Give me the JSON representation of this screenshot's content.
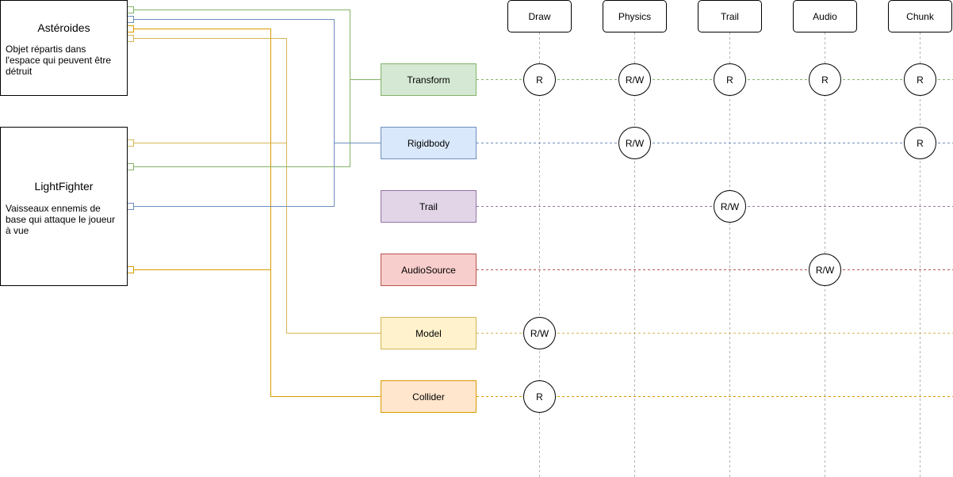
{
  "entities": [
    {
      "title": "Astéroides",
      "desc": "Objet répartis dans l'espace qui peuvent être détruit"
    },
    {
      "title": "LightFighter",
      "desc": "Vaisseaux ennemis de base qui attaque le joueur à vue"
    }
  ],
  "components": [
    {
      "label": "Transform",
      "fill": "#d5e8d4",
      "stroke": "#82b366"
    },
    {
      "label": "Rigidbody",
      "fill": "#dae8fc",
      "stroke": "#6c8ebf"
    },
    {
      "label": "Trail",
      "fill": "#e1d5e7",
      "stroke": "#9673a6"
    },
    {
      "label": "AudioSource",
      "fill": "#f8cecc",
      "stroke": "#b85450"
    },
    {
      "label": "Model",
      "fill": "#fff2cc",
      "stroke": "#d6b656"
    },
    {
      "label": "Collider",
      "fill": "#ffe6cc",
      "stroke": "#d79b00"
    }
  ],
  "systems": [
    {
      "label": "Draw"
    },
    {
      "label": "Physics"
    },
    {
      "label": "Trail"
    },
    {
      "label": "Audio"
    },
    {
      "label": "Chunk"
    }
  ],
  "access": [
    {
      "component": "Transform",
      "system": "Draw",
      "mode": "R"
    },
    {
      "component": "Transform",
      "system": "Physics",
      "mode": "R/W"
    },
    {
      "component": "Transform",
      "system": "Trail",
      "mode": "R"
    },
    {
      "component": "Transform",
      "system": "Audio",
      "mode": "R"
    },
    {
      "component": "Transform",
      "system": "Chunk",
      "mode": "R"
    },
    {
      "component": "Rigidbody",
      "system": "Physics",
      "mode": "R/W"
    },
    {
      "component": "Rigidbody",
      "system": "Chunk",
      "mode": "R"
    },
    {
      "component": "Trail",
      "system": "Trail",
      "mode": "R/W"
    },
    {
      "component": "AudioSource",
      "system": "Audio",
      "mode": "R/W"
    },
    {
      "component": "Model",
      "system": "Draw",
      "mode": "R/W"
    },
    {
      "component": "Collider",
      "system": "Draw",
      "mode": "R"
    }
  ],
  "connections": [
    {
      "entity": "Astéroides",
      "component": "Transform"
    },
    {
      "entity": "Astéroides",
      "component": "Rigidbody"
    },
    {
      "entity": "Astéroides",
      "component": "Collider"
    },
    {
      "entity": "Astéroides",
      "component": "Model"
    },
    {
      "entity": "LightFighter",
      "component": "Model"
    },
    {
      "entity": "LightFighter",
      "component": "Transform"
    },
    {
      "entity": "LightFighter",
      "component": "Rigidbody"
    },
    {
      "entity": "LightFighter",
      "component": "Collider"
    }
  ]
}
